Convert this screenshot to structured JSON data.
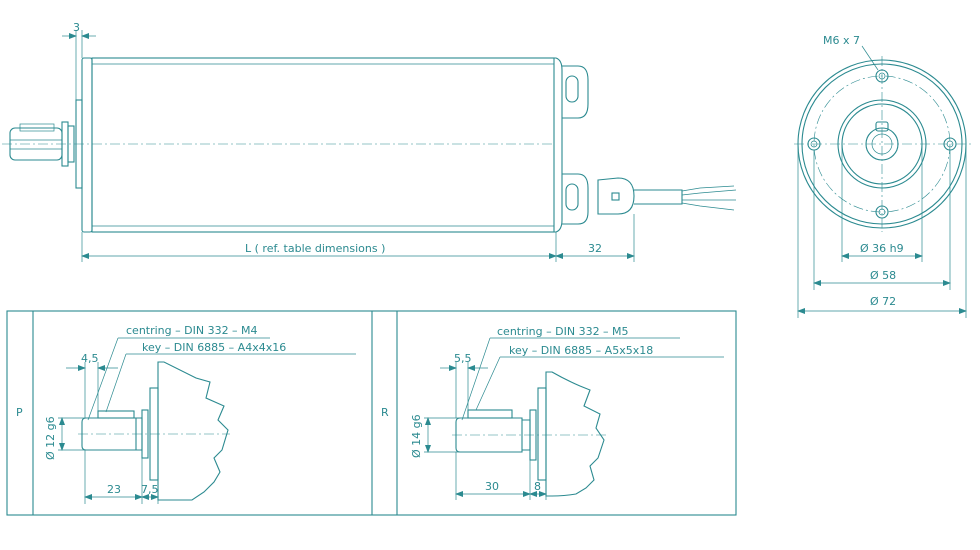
{
  "colors": {
    "stroke": "#2b8a90",
    "background": "#ffffff"
  },
  "top_view": {
    "dim_flange": "3",
    "dim_length": "L ( ref. table dimensions )",
    "dim_connector": "32"
  },
  "end_view": {
    "thread": "M6 x 7",
    "d_inner": "Ø 36 h9",
    "d_bolt": "Ø 58",
    "d_outer": "Ø 72"
  },
  "variant_p": {
    "letter": "P",
    "centring": "centring – DIN 332 – M4",
    "key": "key – DIN 6885 – A4x4x16",
    "dim_key_offset": "4,5",
    "dim_diameter": "Ø 12 g6",
    "dim_shaft": "23",
    "dim_collar": "7,5"
  },
  "variant_r": {
    "letter": "R",
    "centring": "centring – DIN 332 – M5",
    "key": "key – DIN 6885 – A5x5x18",
    "dim_key_offset": "5,5",
    "dim_diameter": "Ø 14 g6",
    "dim_shaft": "30",
    "dim_collar": "8"
  }
}
